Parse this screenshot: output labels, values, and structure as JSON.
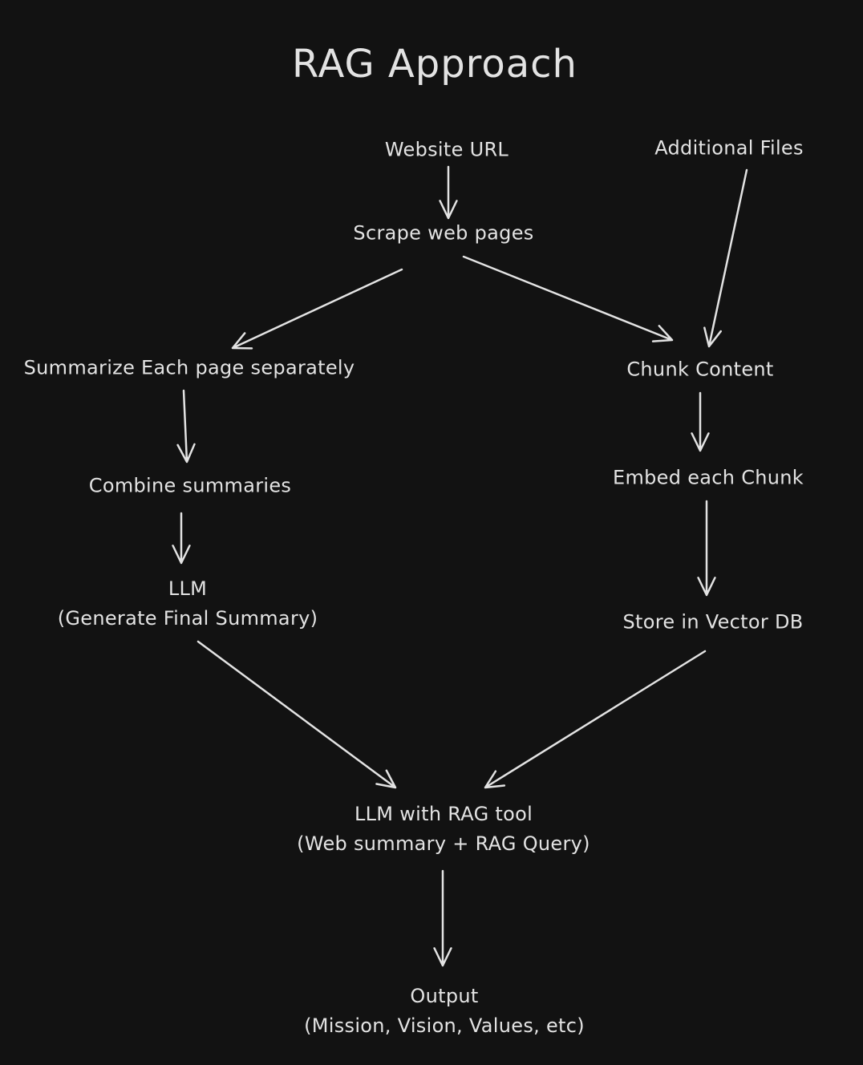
{
  "title": "RAG Approach",
  "nodes": {
    "website_url": "Website URL",
    "additional_files": "Additional Files",
    "scrape": "Scrape web pages",
    "summarize": "Summarize Each page separately",
    "chunk": "Chunk Content",
    "combine": "Combine summaries",
    "embed": "Embed each Chunk",
    "llm_line1": "LLM",
    "llm_line2": "(Generate Final Summary)",
    "store": "Store in Vector DB",
    "rag_line1": "LLM with RAG tool",
    "rag_line2": "(Web summary + RAG Query)",
    "output_line1": "Output",
    "output_line2": "(Mission, Vision, Values, etc)"
  },
  "edges": [
    [
      "website_url",
      "scrape"
    ],
    [
      "additional_files",
      "chunk"
    ],
    [
      "scrape",
      "summarize"
    ],
    [
      "scrape",
      "chunk"
    ],
    [
      "summarize",
      "combine"
    ],
    [
      "chunk",
      "embed"
    ],
    [
      "combine",
      "llm"
    ],
    [
      "embed",
      "store"
    ],
    [
      "llm",
      "rag"
    ],
    [
      "store",
      "rag"
    ],
    [
      "rag",
      "output"
    ]
  ],
  "colors": {
    "background": "#121212",
    "stroke": "#e3e3e3"
  }
}
